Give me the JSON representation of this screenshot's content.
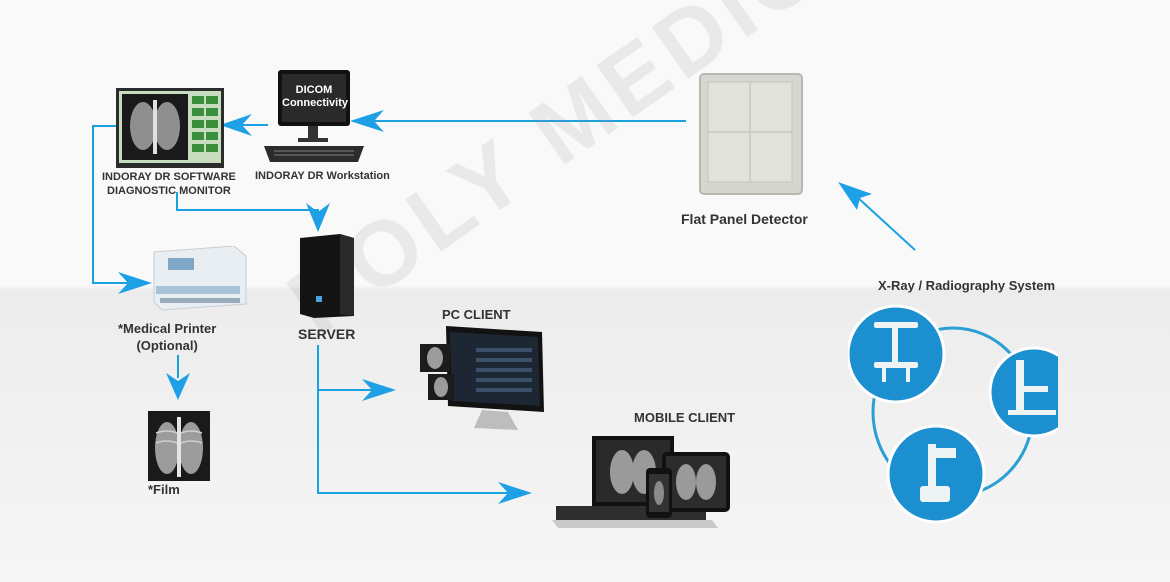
{
  "watermark": "POLY MEDICAL",
  "nodes": {
    "dicom_badge": "DICOM Connectivity",
    "workstation": "INDORAY DR Workstation",
    "software_line1": "INDORAY DR SOFTWARE",
    "software_line2": "DIAGNOSTIC MONITOR",
    "flat_panel": "Flat Panel Detector",
    "xray_system": "X-Ray / Radiography System",
    "printer_line1": "*Medical Printer",
    "printer_line2": "(Optional)",
    "server": "SERVER",
    "pc_client": "PC CLIENT",
    "mobile_client": "MOBILE CLIENT",
    "film": "*Film"
  },
  "colors": {
    "arrow": "#1ea0e6",
    "connector_line": "#1aa1e0",
    "ring": "#2a9fd6",
    "circle_fill": "#1b8fcf"
  }
}
